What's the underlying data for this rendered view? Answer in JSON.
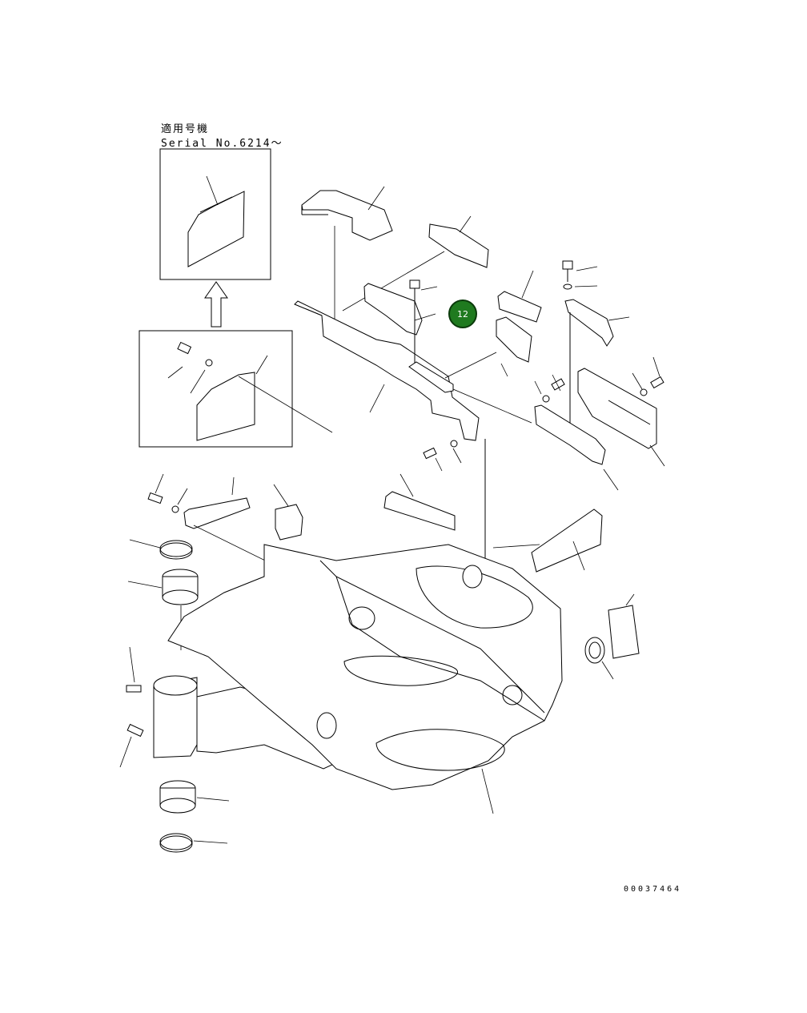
{
  "note": {
    "title": "適用号機",
    "serial": "Serial No.6214～"
  },
  "callout": {
    "label": "12",
    "color": "#1f7a1f"
  },
  "drawing_id": "00037464"
}
